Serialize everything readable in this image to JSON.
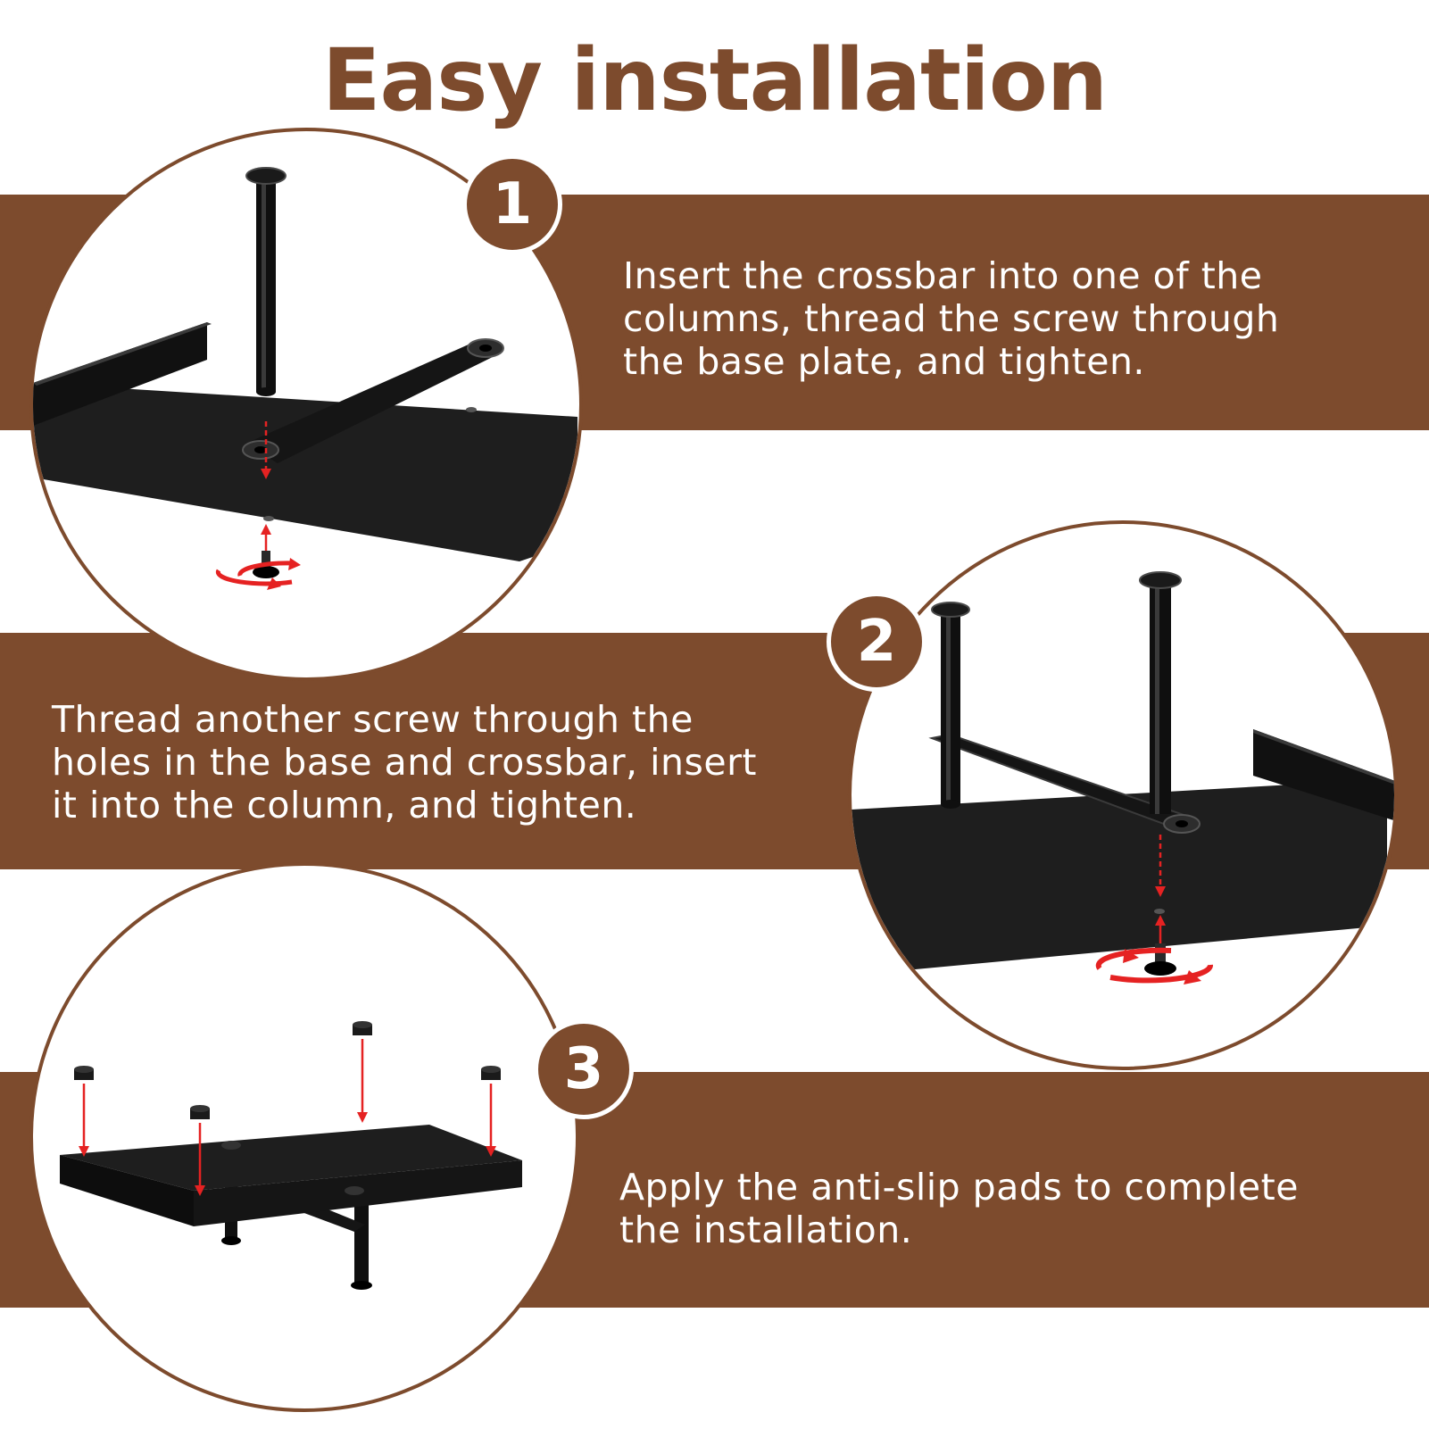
{
  "title": "Easy installation",
  "colors": {
    "brown": "#7d4b2d",
    "steel": "#1e1e1e",
    "arrow_red": "#e52222",
    "background": "#ffffff"
  },
  "steps": [
    {
      "number": "1",
      "text": "Insert the crossbar into one of the\ncolumns, thread the screw through\nthe base plate, and tighten.",
      "illustration": "base-plate-column-crossbar-screw"
    },
    {
      "number": "2",
      "text": "Thread another screw through the\nholes in the base and crossbar, insert\nit into the column, and tighten.",
      "illustration": "second-column-screw"
    },
    {
      "number": "3",
      "text": "Apply the anti-slip pads to complete\nthe installation.",
      "illustration": "anti-slip-pads"
    }
  ]
}
